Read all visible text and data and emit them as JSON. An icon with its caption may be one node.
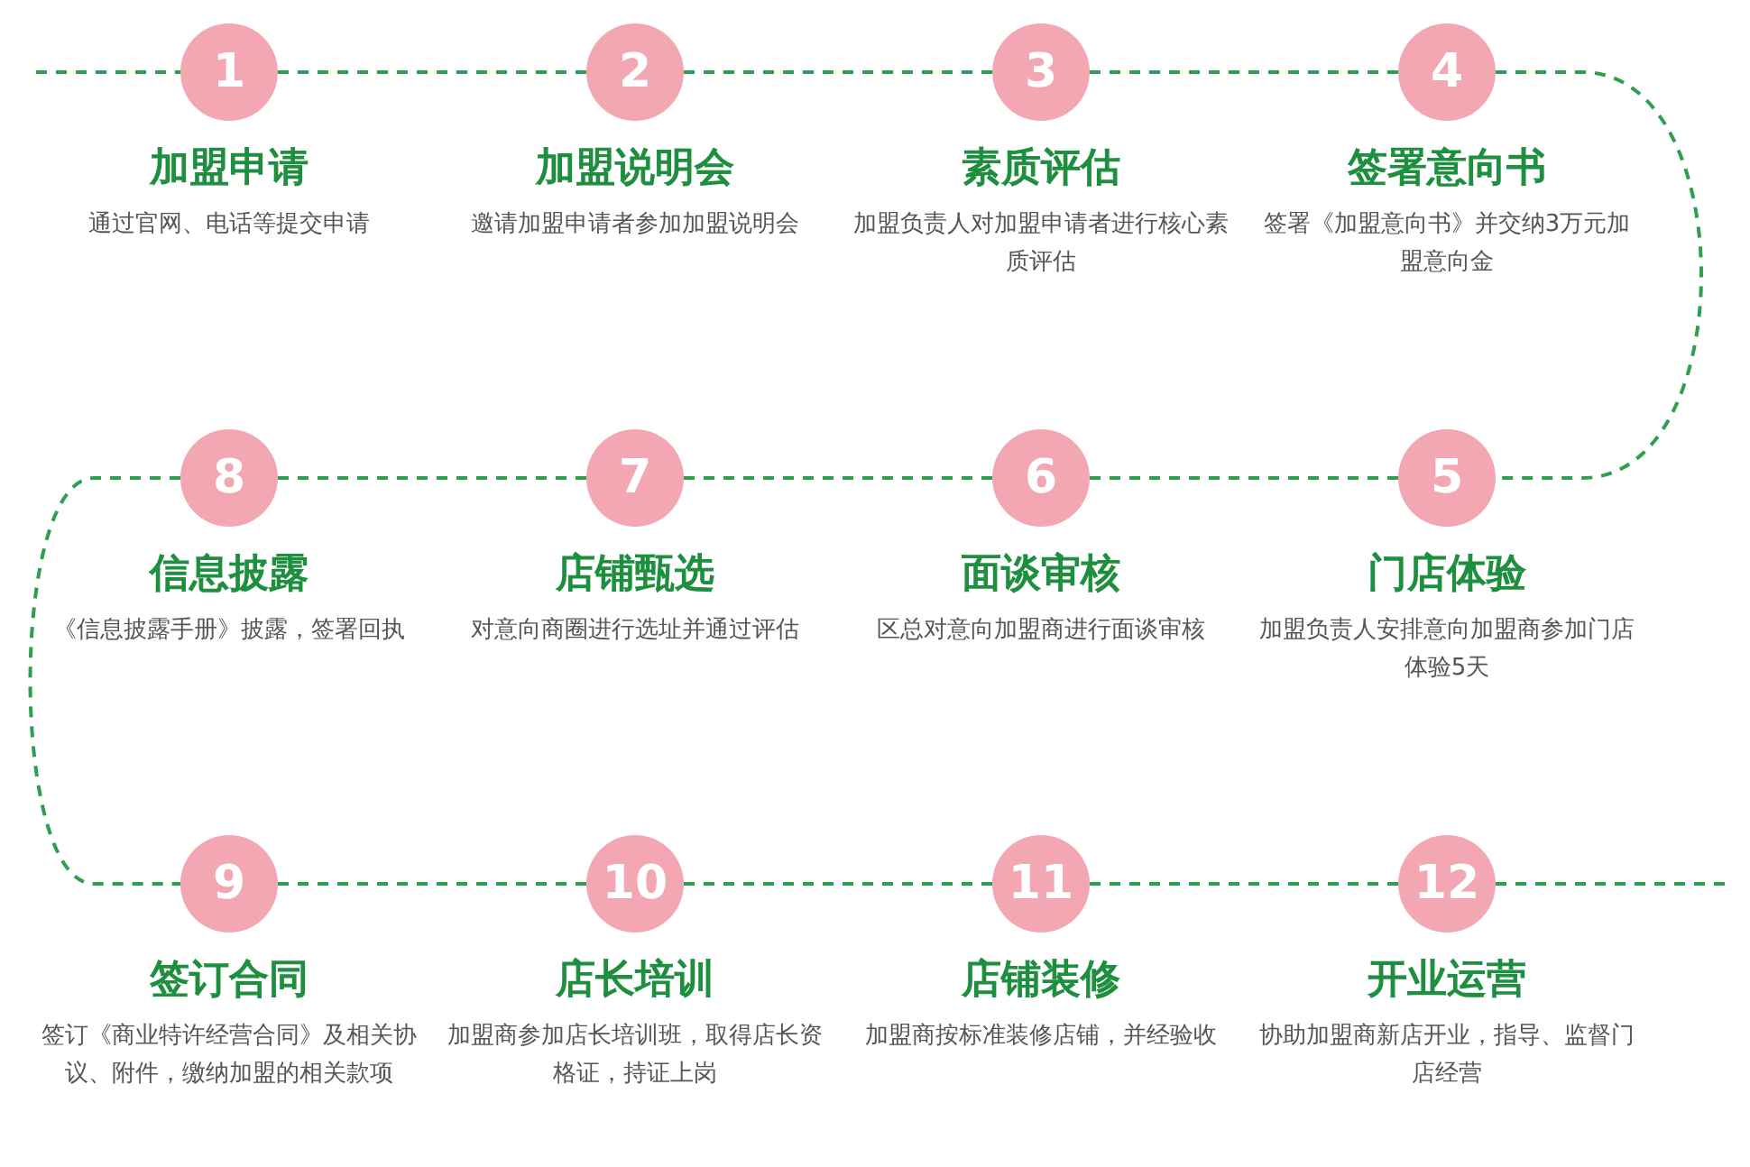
{
  "diagram": {
    "nodes": [
      {
        "text": [
          "1"
        ],
        "beside": [
          "加盟申请",
          "通过官网、电话等提交申请"
        ]
      },
      {
        "text": [
          "2"
        ],
        "beside": [
          "加盟说明会",
          "邀请加盟申请者参加加盟说明会"
        ]
      },
      {
        "text": [
          "3"
        ],
        "beside": [
          "素质评估",
          "加盟负责人对加盟申请者进行核心素质评估"
        ]
      },
      {
        "text": [
          "4"
        ],
        "beside": [
          "签署意向书",
          "签署《加盟意向书》并交纳3万元加盟意向金"
        ]
      },
      {
        "text": [
          "5"
        ],
        "beside": [
          "门店体验",
          "加盟负责人安排意向加盟商参加门店体验5天"
        ]
      },
      {
        "text": [
          "6"
        ],
        "beside": [
          "面谈审核",
          "区总对意向加盟商进行面谈审核"
        ]
      },
      {
        "text": [
          "7"
        ],
        "beside": [
          "店铺甄选",
          "对意向商圈进行选址并通过评估"
        ]
      },
      {
        "text": [
          "8"
        ],
        "beside": [
          "信息披露",
          "《信息披露手册》披露，签署回执"
        ]
      },
      {
        "text": [
          "9"
        ],
        "beside": [
          "签订合同",
          "签订《商业特许经营合同》及相关协议、附件，缴纳加盟的相关款项"
        ]
      },
      {
        "text": [
          "10"
        ],
        "beside": [
          "店长培训",
          "加盟商参加店长培训班，取得店长资格证，持证上岗"
        ]
      },
      {
        "text": [
          "11"
        ],
        "beside": [
          "店铺装修",
          "加盟商按标准装修店铺，并经验收"
        ]
      },
      {
        "text": [
          "12"
        ],
        "beside": [
          "开业运营",
          "协助加盟商新店开业，指导、监督门店经营"
        ]
      }
    ],
    "edges": [
      {
        "from": null,
        "to": 0,
        "arrow": "none",
        "style": "dashed"
      },
      {
        "from": 0,
        "to": 1,
        "arrow": "none",
        "style": "dashed"
      },
      {
        "from": 1,
        "to": 2,
        "arrow": "none",
        "style": "dashed"
      },
      {
        "from": 2,
        "to": 3,
        "arrow": "none",
        "style": "dashed"
      },
      {
        "from": 3,
        "to": 4,
        "arrow": "none",
        "style": "dashed"
      },
      {
        "from": 4,
        "to": 5,
        "arrow": "none",
        "style": "dashed"
      },
      {
        "from": 5,
        "to": 6,
        "arrow": "none",
        "style": "dashed"
      },
      {
        "from": 6,
        "to": 7,
        "arrow": "none",
        "style": "dashed"
      },
      {
        "from": 7,
        "to": 8,
        "arrow": "none",
        "style": "dashed"
      },
      {
        "from": 8,
        "to": 9,
        "arrow": "none",
        "style": "dashed"
      },
      {
        "from": 9,
        "to": 10,
        "arrow": "none",
        "style": "dashed"
      },
      {
        "from": 10,
        "to": 11,
        "arrow": "none",
        "style": "dashed"
      },
      {
        "from": 11,
        "to": null,
        "arrow": "none",
        "style": "dashed"
      }
    ]
  }
}
